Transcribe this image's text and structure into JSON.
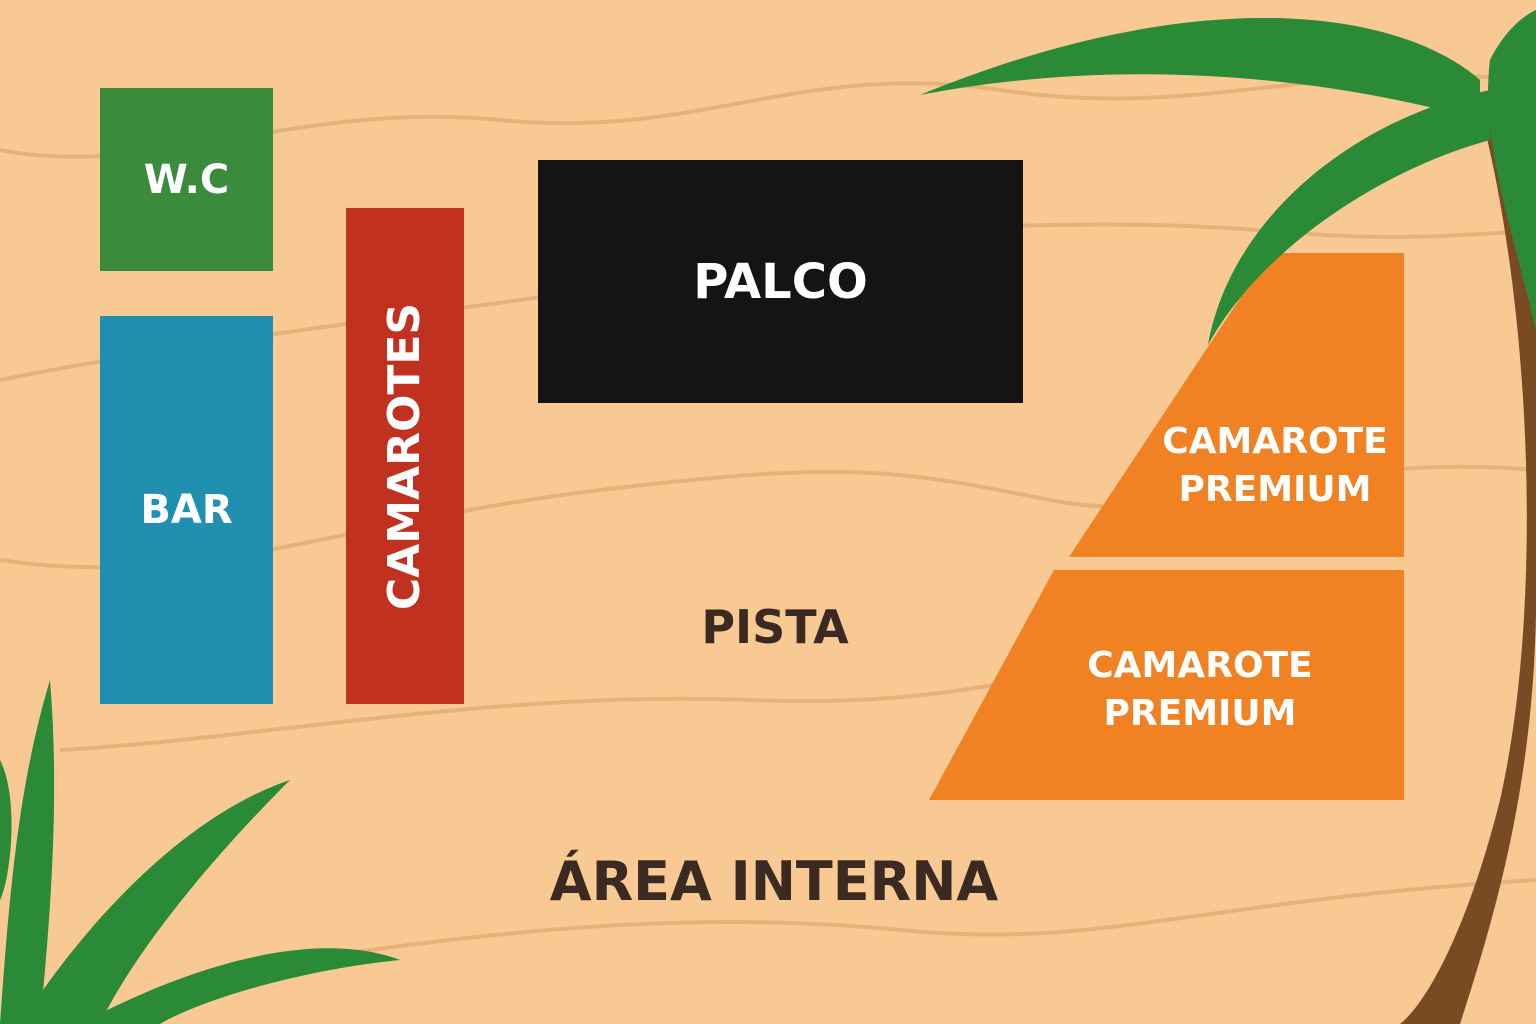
{
  "map": {
    "zones": {
      "wc": {
        "label": "W.C",
        "color": "#3A8C3C"
      },
      "bar": {
        "label": "BAR",
        "color": "#2190B0"
      },
      "camarotes": {
        "label": "CAMAROTES",
        "color": "#C0311F"
      },
      "palco": {
        "label": "PALCO",
        "color": "#141414"
      },
      "premium_top": {
        "line1": "CAMAROTE",
        "line2": "PREMIUM",
        "color": "#F08223"
      },
      "premium_bottom": {
        "line1": "CAMAROTE",
        "line2": "PREMIUM",
        "color": "#F08223"
      }
    },
    "pista_label": "PISTA",
    "area_label": "ÁREA INTERNA",
    "colors": {
      "sand": "#F8C993",
      "wave": "#E6B27A",
      "palm_leaf": "#2A8A35",
      "palm_trunk": "#7A4A22"
    }
  }
}
